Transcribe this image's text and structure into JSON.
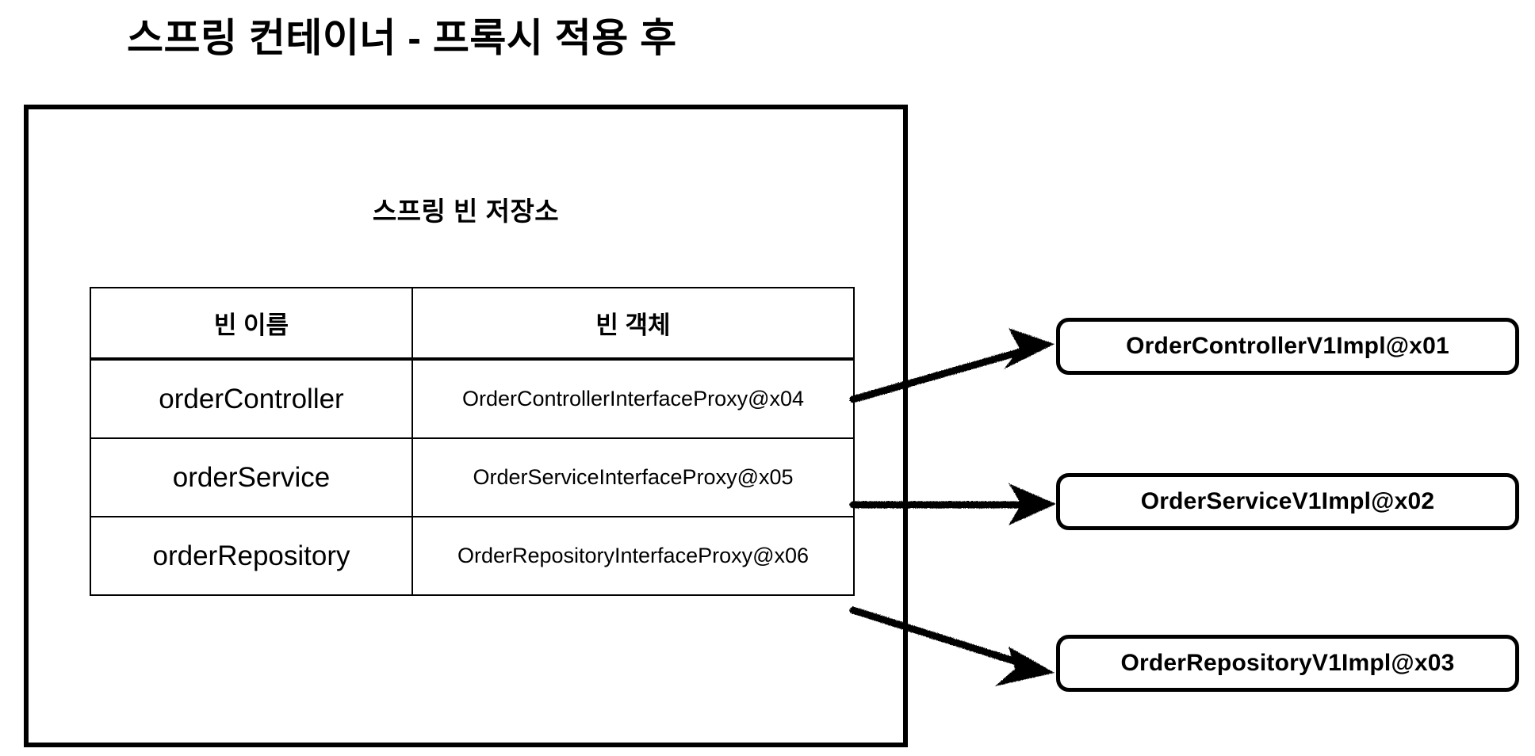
{
  "title": "스프링 컨테이너 - 프록시 적용 후",
  "container": {
    "heading": "스프링 빈 저장소"
  },
  "table": {
    "headers": {
      "bean_name": "빈 이름",
      "bean_object": "빈 객체"
    },
    "rows": [
      {
        "bean_name": "orderController",
        "bean_object": "OrderControllerInterfaceProxy@x04"
      },
      {
        "bean_name": "orderService",
        "bean_object": "OrderServiceInterfaceProxy@x05"
      },
      {
        "bean_name": "orderRepository",
        "bean_object": "OrderRepositoryInterfaceProxy@x06"
      }
    ]
  },
  "targets": [
    {
      "label": "OrderControllerV1Impl@x01"
    },
    {
      "label": "OrderServiceV1Impl@x02"
    },
    {
      "label": "OrderRepositoryV1Impl@x03"
    }
  ],
  "arrows": [
    {
      "from": "OrderControllerInterfaceProxy@x04",
      "to": "OrderControllerV1Impl@x01"
    },
    {
      "from": "OrderServiceInterfaceProxy@x05",
      "to": "OrderServiceV1Impl@x02"
    },
    {
      "from": "OrderRepositoryInterfaceProxy@x06",
      "to": "OrderRepositoryV1Impl@x03"
    }
  ],
  "colors": {
    "stroke": "#000000",
    "background": "#ffffff",
    "text": "#000000"
  }
}
